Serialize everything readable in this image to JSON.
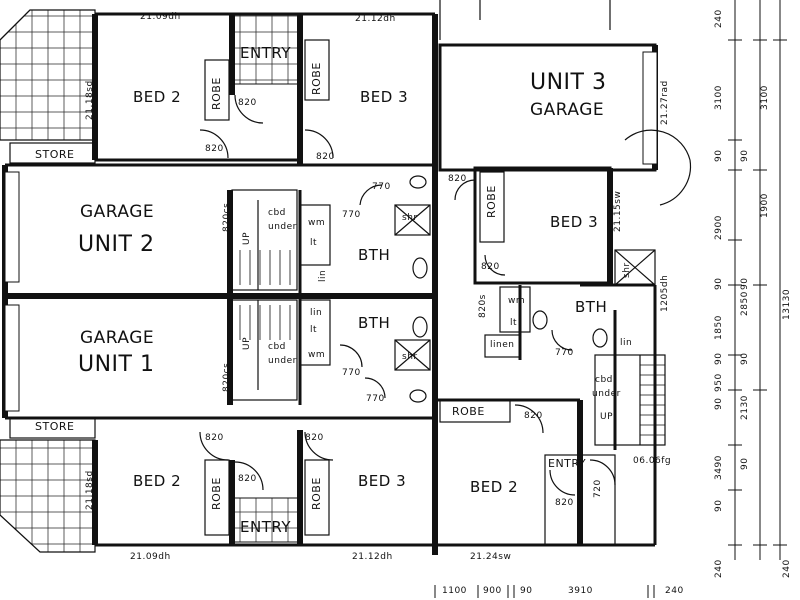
{
  "rooms": {
    "bed2_top": "BED 2",
    "bed3_top": "BED 3",
    "entry_top": "ENTRY",
    "robe_a": "ROBE",
    "robe_b": "ROBE",
    "store_top": "STORE",
    "garage2": "GARAGE",
    "unit2": "UNIT 2",
    "bth_top": "BTH",
    "garage1": "GARAGE",
    "unit1": "UNIT 1",
    "bth_mid": "BTH",
    "store_bot": "STORE",
    "bed2_bot": "BED 2",
    "bed3_bot": "BED 3",
    "entry_bot": "ENTRY",
    "robe_c": "ROBE",
    "robe_d": "ROBE",
    "unit3": "UNIT 3",
    "garage3": "GARAGE",
    "bed3_u3": "BED 3",
    "robe_u3": "ROBE",
    "bth_u3": "BTH",
    "linen": "linen",
    "robe_u3b": "ROBE",
    "bed2_u3": "BED 2",
    "entry_u3": "ENTRY",
    "cbd_u2": "cbd",
    "under_u2": "under",
    "cbd_u1": "cbd",
    "under_u1": "under",
    "cbd_u3": "cbd",
    "under_u3": "under",
    "up1": "UP",
    "up2": "UP",
    "up3": "UP",
    "wm1": "wm",
    "wm2": "wm",
    "wm3": "wm",
    "lt1": "lt",
    "lt2": "lt",
    "lt3": "lt",
    "lin1": "lin",
    "lin2": "lin",
    "lin3": "lin",
    "shr1": "shr",
    "shr2": "shr",
    "shr3": "shr"
  },
  "dims": {
    "d820a": "820",
    "d820b": "820",
    "d820c": "820",
    "d820d": "820",
    "d820e": "820",
    "d820f": "820",
    "d820g": "820",
    "d820h": "820",
    "d820i": "820",
    "d820j": "820",
    "d770a": "770",
    "d770b": "770",
    "d770c": "770",
    "d770d": "770",
    "d770e": "770",
    "d820cs_a": "820cs",
    "d820cs_b": "820cs",
    "d820s": "820s",
    "d720": "720",
    "d2109dh_top": "21.09dh",
    "d2112dh_top": "21.12dh",
    "d2118sd_top": "21.18sd",
    "d2127rad": "21.27rad",
    "d2115sw": "21.15sw",
    "d1205dh": "1205dh",
    "d2118sd_bot": "21.18sd",
    "d2109dh_bot": "21.09dh",
    "d2112dh_bot": "21.12dh",
    "d2124sw": "21.24sw",
    "d0606fg": "06.06fg"
  },
  "right_dims": {
    "r240a": "240",
    "r3100a": "3100",
    "r3100b": "3100",
    "r90a": "90",
    "r90b": "90",
    "r1900": "1900",
    "r2900": "2900",
    "r90c": "90",
    "r90d": "90",
    "r2850": "2850",
    "r1850": "1850",
    "r13130": "13130",
    "r90e": "90",
    "r90f": "90",
    "r950": "950",
    "r90g": "90",
    "r2130": "2130",
    "r90h": "90",
    "r3490": "3490",
    "r90i": "90",
    "r240b": "240",
    "r240c": "240"
  },
  "bottom_dims": {
    "b1100": "1100",
    "b900": "900",
    "b90": "90",
    "b3910": "3910",
    "b240": "240"
  },
  "colors": {
    "ink": "#111111",
    "paper": "#ffffff"
  }
}
